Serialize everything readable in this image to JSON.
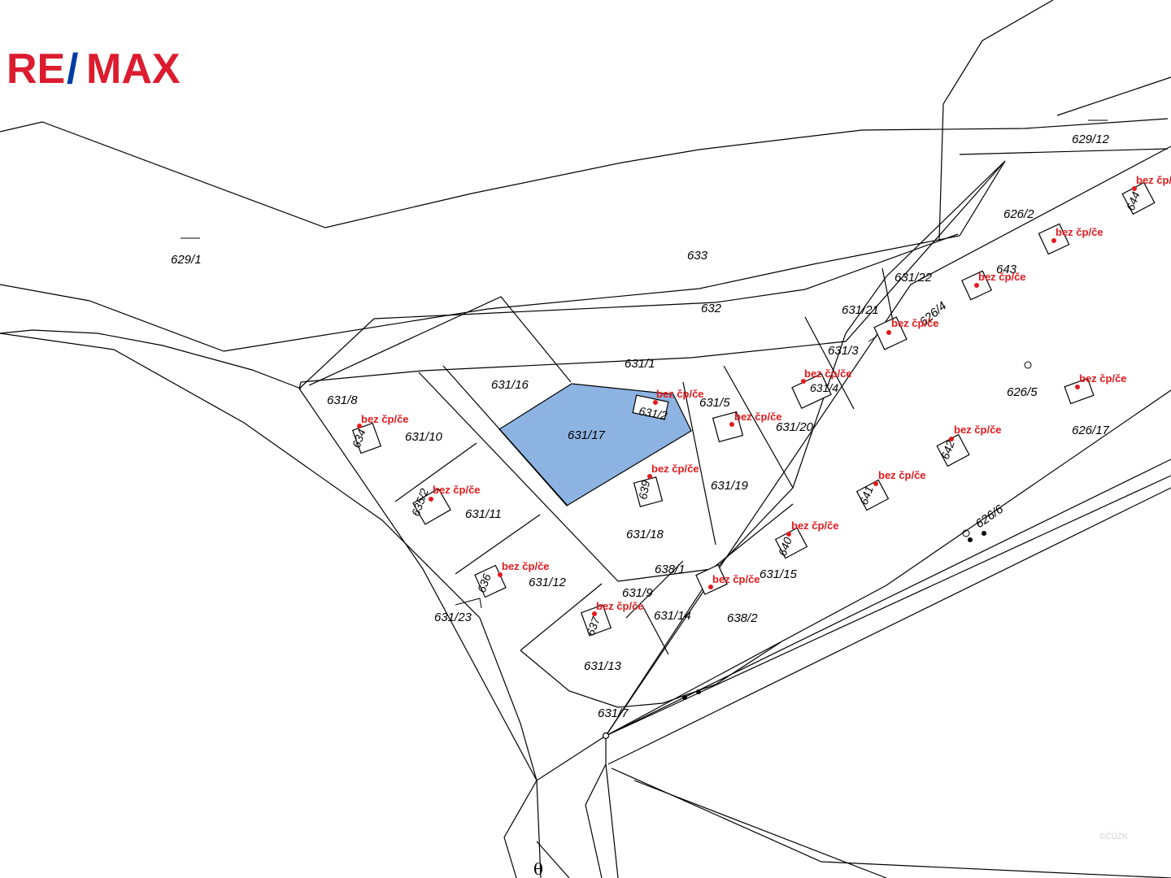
{
  "brand": {
    "part1": "RE",
    "slash": "/",
    "part2": "MAX",
    "color_red": "#dc1c2e",
    "color_blue": "#003da5"
  },
  "highlight": {
    "parcel": "631/17",
    "fill": "#8db3e2"
  },
  "note_color": "#e5191c",
  "parcels": [
    "629/12",
    "629/1",
    "633",
    "632",
    "631/1",
    "631/16",
    "631/17",
    "631/8",
    "631/10",
    "631/11",
    "631/12",
    "631/23",
    "631/22",
    "631/21",
    "631/3",
    "631/5",
    "631/20",
    "631/19",
    "631/18",
    "638/1",
    "631/9",
    "631/14",
    "631/15",
    "638/2",
    "631/13",
    "631/7",
    "626/2",
    "626/4",
    "626/5",
    "626/17",
    "626/6",
    "643"
  ],
  "buildings": [
    "634",
    "635/2",
    "636",
    "637",
    "639",
    "640",
    "641",
    "642",
    "644",
    "631/2",
    "631/4"
  ],
  "no_number_label": "bez čp/če",
  "copyright": "©ČÚZK"
}
